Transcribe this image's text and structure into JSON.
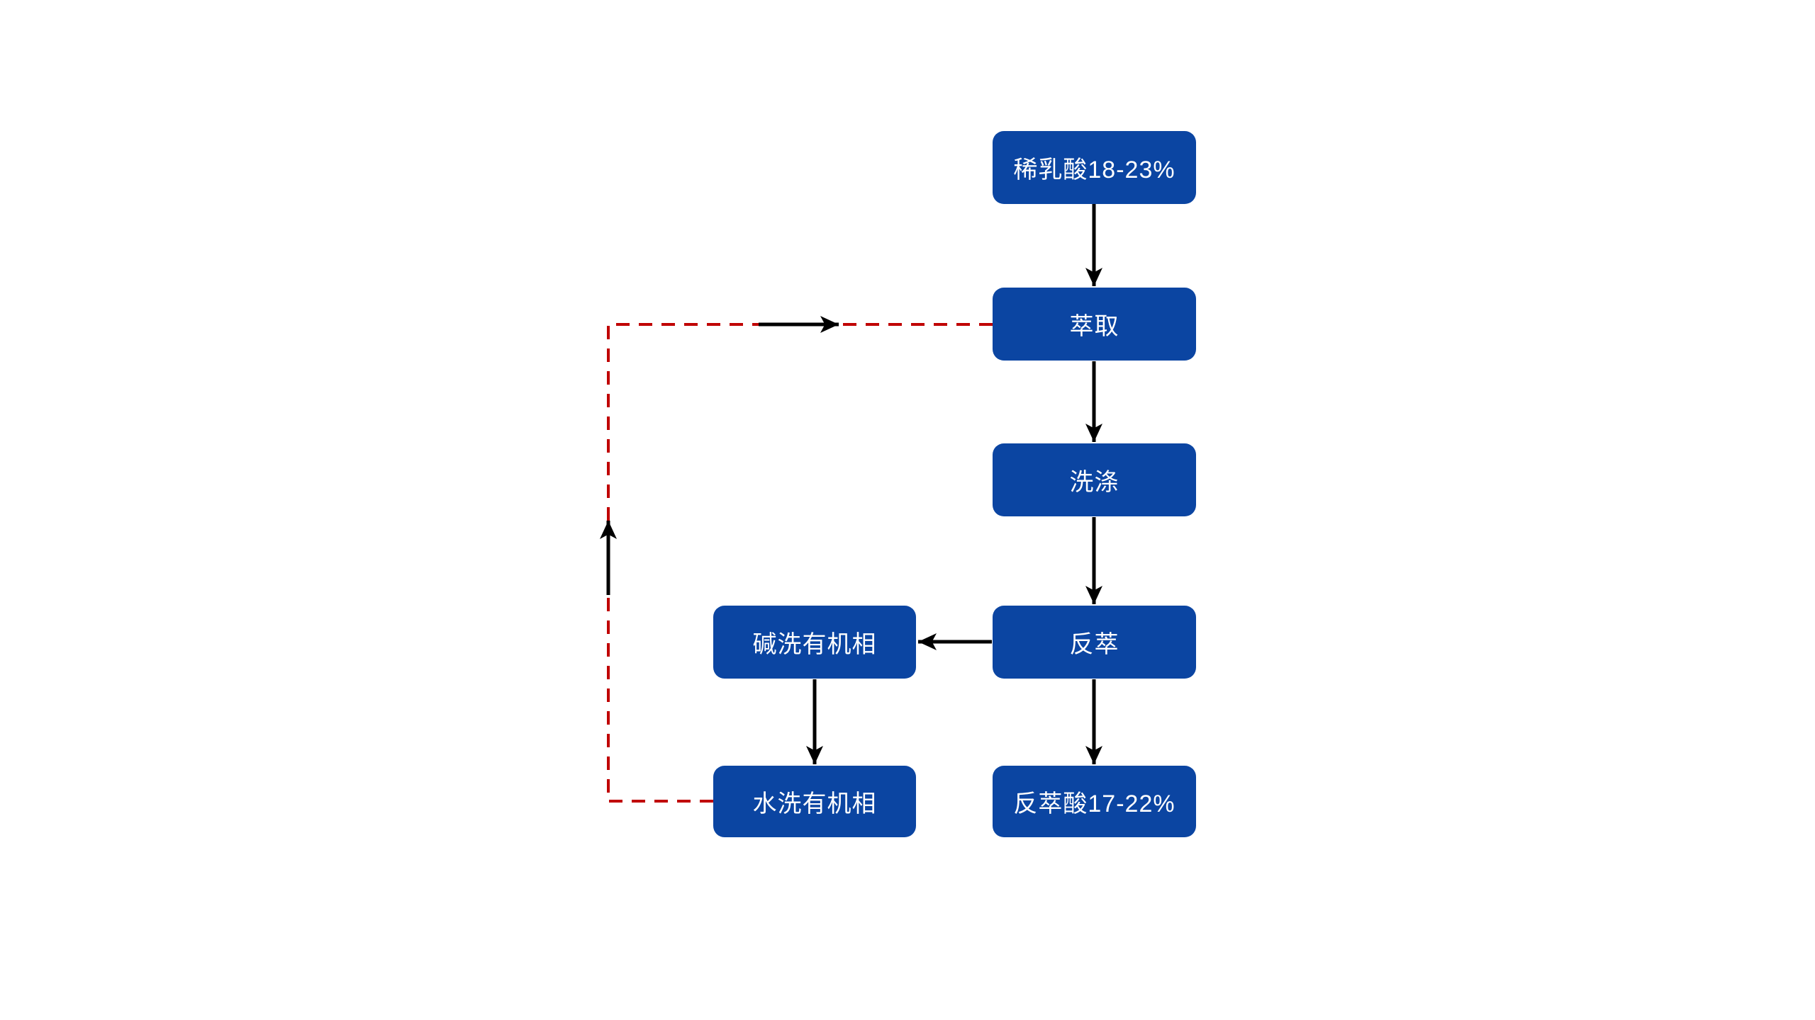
{
  "diagram": {
    "type": "flowchart",
    "background_color": "#ffffff",
    "colors": {
      "node-fill": "#0b45a2",
      "node-text": "#ffffff",
      "arrow": "#000000",
      "recycle": "#c00000"
    },
    "nodes": [
      {
        "id": "dilute-lactic-acid",
        "label": "稀乳酸18-23%"
      },
      {
        "id": "extraction",
        "label": "萃取"
      },
      {
        "id": "washing",
        "label": "洗涤"
      },
      {
        "id": "stripping",
        "label": "反萃"
      },
      {
        "id": "alkali-wash-organic-phase",
        "label": "碱洗有机相"
      },
      {
        "id": "water-wash-organic-phase",
        "label": "水洗有机相"
      },
      {
        "id": "stripped-acid",
        "label": "反萃酸17-22%"
      }
    ],
    "edges": [
      {
        "from": "稀乳酸18-23%",
        "to": "萃取",
        "style": "solid-black-arrow"
      },
      {
        "from": "萃取",
        "to": "洗涤",
        "style": "solid-black-arrow"
      },
      {
        "from": "洗涤",
        "to": "反萃",
        "style": "solid-black-arrow"
      },
      {
        "from": "反萃",
        "to": "碱洗有机相",
        "style": "solid-black-arrow"
      },
      {
        "from": "反萃",
        "to": "反萃酸17-22%",
        "style": "solid-black-arrow"
      },
      {
        "from": "碱洗有机相",
        "to": "水洗有机相",
        "style": "solid-black-arrow"
      },
      {
        "from": "水洗有机相",
        "to": "萃取",
        "style": "red-dashed-recycle-loop-with-black-direction-arrows"
      }
    ]
  }
}
